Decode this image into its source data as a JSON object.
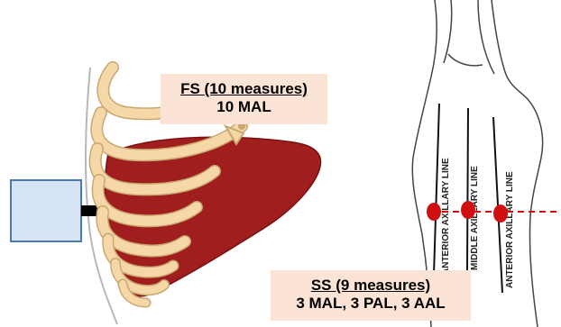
{
  "fs_caption": {
    "title": "FS (10 measures)",
    "detail": "10 MAL"
  },
  "ss_caption": {
    "title": "SS (9 measures)",
    "detail": "3 MAL, 3 PAL, 3 AAL"
  },
  "torso_labels": {
    "left_line": "ANTERIOR AXILLARY LINE",
    "middle_line": "MIDDLE AXILLARY LINE",
    "right_line": "ANTERIOR AXILLARY LINE"
  },
  "colors": {
    "liver": "#a01e1e",
    "ribs": "#f5d7a8",
    "rib_outline": "#c9a870",
    "probe_fill": "#d6e4f5",
    "probe_outline": "#4a78b5",
    "caption_bg": "#fbe4d5",
    "measure_dot": "#d01010",
    "dashed_line": "#d01010"
  }
}
